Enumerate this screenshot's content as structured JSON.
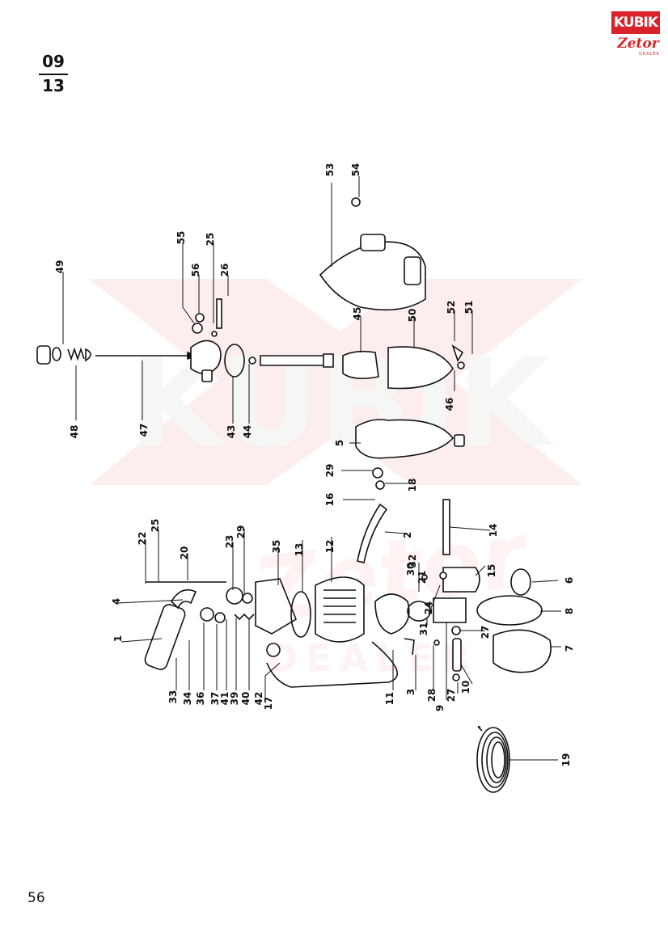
{
  "header": {
    "section_top": "09",
    "section_bottom": "13"
  },
  "logo": {
    "brand": "KUBIK",
    "sub": "Zetor",
    "tag": "DEALER"
  },
  "watermark": {
    "text": "KUBIK",
    "sub": "Zetor",
    "dealer": "DEALER"
  },
  "footer": {
    "page_number": "56"
  },
  "callouts": [
    "1",
    "2",
    "3",
    "4",
    "5",
    "6",
    "7",
    "8",
    "9",
    "10",
    "11",
    "12",
    "13",
    "14",
    "15",
    "16",
    "17",
    "18",
    "19",
    "20",
    "21",
    "22",
    "23",
    "24",
    "25",
    "25",
    "26",
    "27",
    "27",
    "28",
    "29",
    "29",
    "30",
    "31",
    "32",
    "33",
    "34",
    "35",
    "36",
    "37",
    "39",
    "40",
    "41",
    "42",
    "43",
    "44",
    "45",
    "46",
    "47",
    "48",
    "49",
    "50",
    "51",
    "52",
    "53",
    "54",
    "55",
    "56"
  ]
}
